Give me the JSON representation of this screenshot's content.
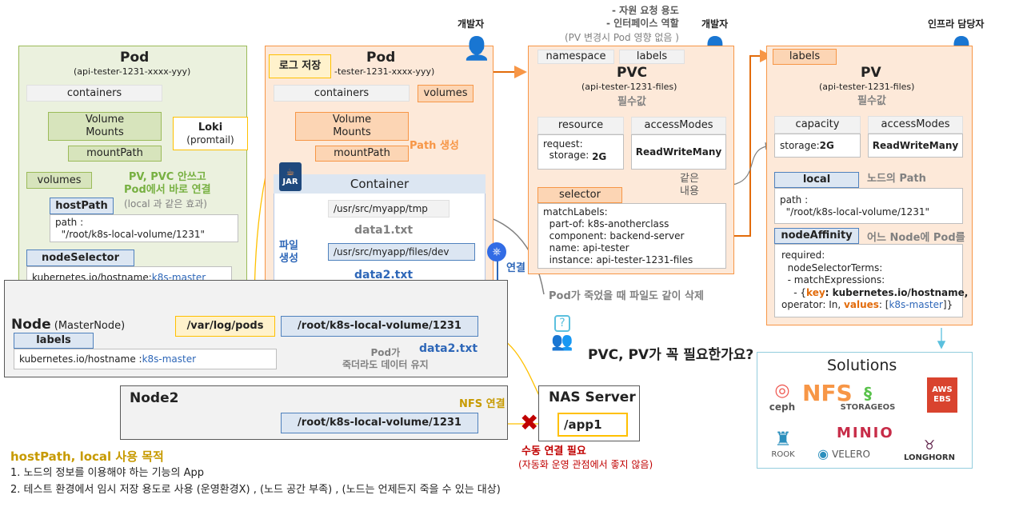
{
  "roles": {
    "developer1": "개발자",
    "developer2": "개발자",
    "infra": "인프라 담당자"
  },
  "pvc_note": [
    "- 자원 요청 용도",
    "- 인터페이스 역할",
    "(PV 변경시 Pod 영향 없음 )"
  ],
  "left_pod": {
    "title": "Pod",
    "subtitle": "(api-tester-1231-xxxx-yyy)",
    "containers": "containers",
    "volume_mounts": "Volume\nMounts",
    "mount_path": "mountPath",
    "volumes": "volumes",
    "host_path": "hostPath",
    "path_text": "path :\n  \"/root/k8s-local-volume/1231\"",
    "node_selector": "nodeSelector",
    "node_selector_value_key": "kubernetes.io/hostname: ",
    "node_selector_value_val": "k8s-master",
    "pv_note": "PV, PVC 안쓰고\nPod에서 바로 연결",
    "pv_note_sub": "(local 과 같은 효과)"
  },
  "loki": {
    "title": "Loki",
    "subtitle": "(promtail)"
  },
  "log_save": "로그 저장",
  "mid_pod": {
    "title": "Pod",
    "subtitle": "-tester-1231-xxxx-yyy)",
    "containers": "containers",
    "volumes": "volumes",
    "volume_mounts": "Volume\nMounts",
    "mount_path": "mountPath",
    "path_create": "Path 생성",
    "container": "Container",
    "tmp_path": "/usr/src/myapp/tmp",
    "data1": "data1.txt",
    "files_path": "/usr/src/myapp/files/dev",
    "data2": "data2.txt",
    "file_create": "파일\n생성",
    "jar": "JAR"
  },
  "connect": "연결",
  "pvc": {
    "namespace": "namespace",
    "labels": "labels",
    "title": "PVC",
    "subtitle": "(api-tester-1231-files)",
    "required": "필수값",
    "resource": "resource",
    "resource_body": "request:\n  storage: ",
    "resource_value": "2G",
    "access_modes": "accessModes",
    "access_value": "ReadWriteMany",
    "same": "같은\n내용",
    "selector": "selector",
    "selector_body": "matchLabels:\n  part-of: k8s-anotherclass\n  component: backend-server\n  name: api-tester\n  instance: api-tester-1231-files"
  },
  "pod_delete_note": "Pod가 죽었을 때 파일도 같이 삭제",
  "pv": {
    "labels": "labels",
    "title": "PV",
    "subtitle": "(api-tester-1231-files)",
    "required": "필수값",
    "capacity": "capacity",
    "capacity_body": "storage: ",
    "capacity_value": "2G",
    "access_modes": "accessModes",
    "access_value": "ReadWriteMany",
    "local": "local",
    "local_note": "노드의 Path",
    "local_path": "path :\n  \"/root/k8s-local-volume/1231\"",
    "node_affinity": "nodeAffinity",
    "node_affinity_note": "어느 Node에 Pod를\n생성할건지 지정",
    "na_line1": "required:",
    "na_line2": "  nodeSelectorTerms:",
    "na_line3": "  - matchExpressions:",
    "na_line4_a": "    - {",
    "na_line4_key": "key",
    "na_line4_b": ": kubernetes.io/hostname,",
    "na_line5_a": "operator: In, ",
    "na_line5_values": "values",
    "na_line5_b": ": [",
    "na_line5_val": "k8s-master",
    "na_line5_c": "]}"
  },
  "node": {
    "title": "Node",
    "subtitle": " (MasterNode)",
    "labels": "labels",
    "label_key": "kubernetes.io/hostname : ",
    "label_val": "k8s-master",
    "var_log": "/var/log/pods",
    "root_path": "/root/k8s-local-volume/1231",
    "data2": "data2.txt",
    "survive": "Pod가\n죽더라도 데이터 유지"
  },
  "question": "PVC, PV가 꼭 필요한가요?",
  "node2": {
    "title": "Node2",
    "root_path": "/root/k8s-local-volume/1231",
    "nfs": "NFS 연결"
  },
  "nas": {
    "title": "NAS Server",
    "path": "/app1"
  },
  "manual": {
    "title": "수동 연결 필요",
    "sub": "(자동화 운영 관점에서 좋지 않음)"
  },
  "solutions": {
    "title": "Solutions",
    "logos": [
      "ceph",
      "NFS",
      "STORAGEOS",
      "AWS",
      "EBS",
      "MINIO",
      "ROOK",
      "VELERO",
      "LONGHORN"
    ]
  },
  "purpose": {
    "title": "hostPath, local 사용 목적",
    "line1": "1. 노드의 정보를 이용해야 하는 기능의 App",
    "line2": "2. 테스트 환경에서 임시 저장 용도로 사용 (운영환경X) , (노드 공간 부족) , (노드는 언제든지 죽을 수 있는 대상)"
  },
  "colors": {
    "orange": "#f79646",
    "green": "#77b041",
    "blue": "#2e67b8",
    "red": "#c00000",
    "gold": "#c79a00"
  }
}
